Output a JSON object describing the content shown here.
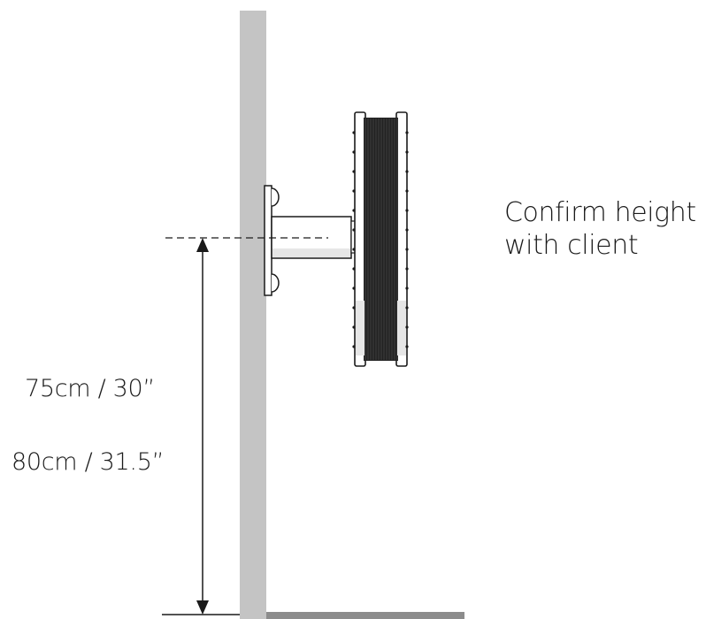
{
  "dimensions": {
    "label_primary": "75cm / 30”",
    "label_secondary": "80cm / 31.5”"
  },
  "note": {
    "line1": "Confirm height",
    "line2": "with client"
  },
  "colors": {
    "wall": "#c4c4c4",
    "floor": "#8c8c8c",
    "outline": "#1a1a1a",
    "mesh": "#222222",
    "rim_shade": "#e6e6e6"
  }
}
